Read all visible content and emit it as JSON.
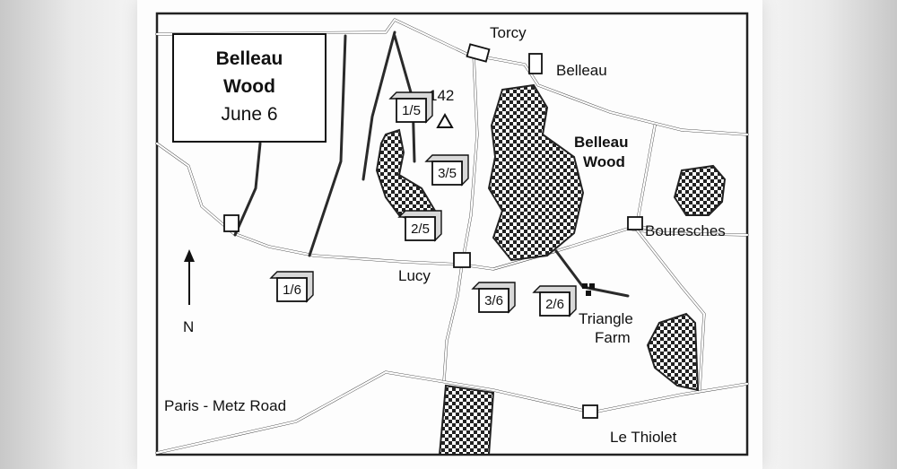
{
  "title": {
    "line1": "Belleau",
    "line2": "Wood",
    "line3": "June 6"
  },
  "places": {
    "torcy": "Torcy",
    "belleau": "Belleau",
    "belleau_wood_line1": "Belleau",
    "belleau_wood_line2": "Wood",
    "bouresches": "Bouresches",
    "lucy": "Lucy",
    "triangle_farm_line1": "Triangle",
    "triangle_farm_line2": "Farm",
    "le_thiolet": "Le Thiolet",
    "paris_metz_road": "Paris - Metz Road",
    "hill_142": "142"
  },
  "compass": {
    "north": "N"
  },
  "units": [
    {
      "label": "1/5"
    },
    {
      "label": "3/5"
    },
    {
      "label": "2/5"
    },
    {
      "label": "1/6"
    },
    {
      "label": "3/6"
    },
    {
      "label": "2/6"
    }
  ],
  "colors": {
    "ink": "#222222",
    "paper": "#fdfdfd",
    "wood_fill": "checker-pattern"
  }
}
